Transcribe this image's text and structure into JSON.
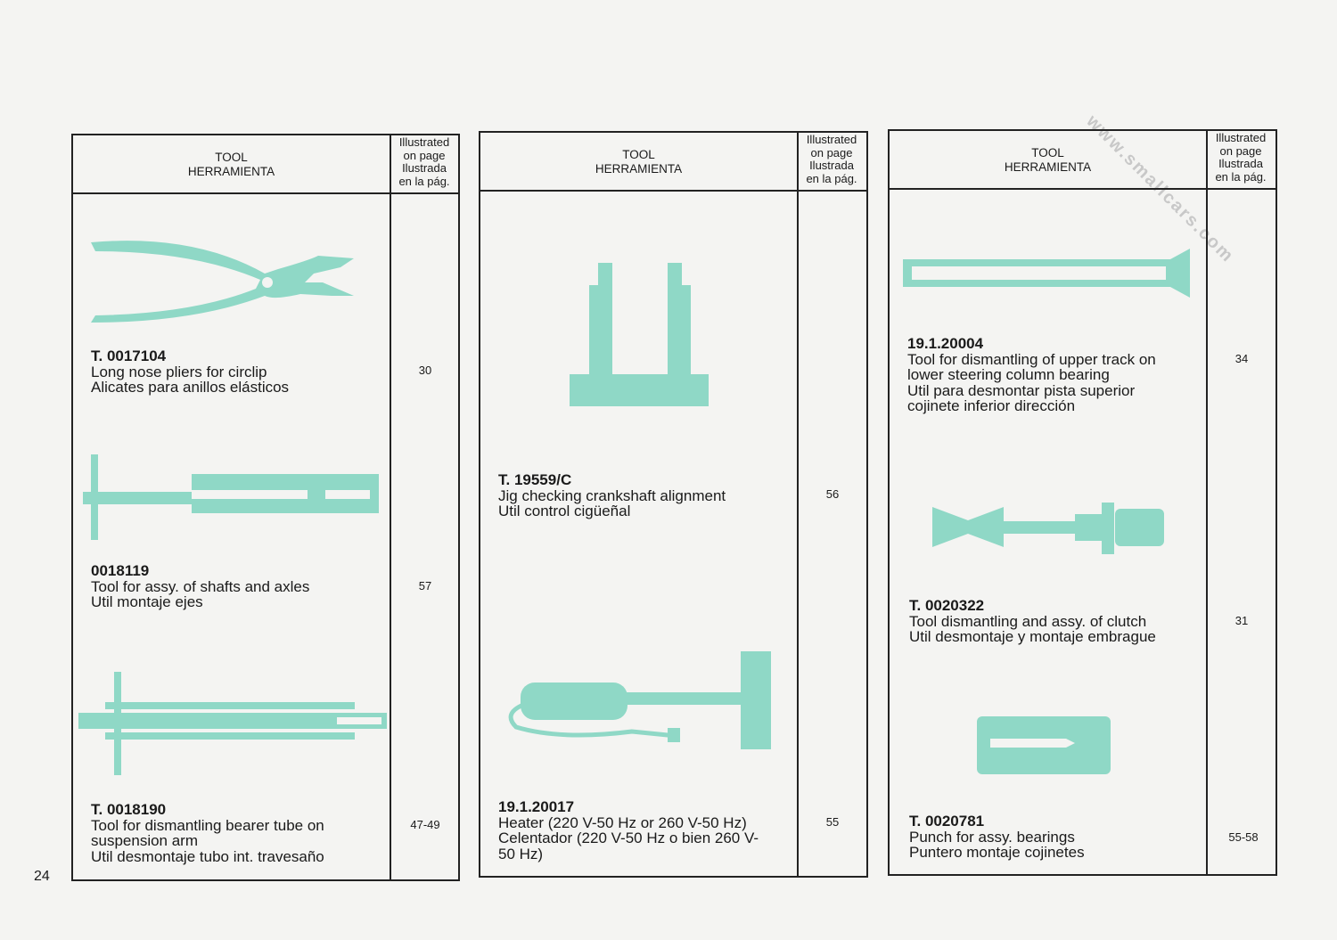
{
  "header": {
    "tool": "TOOL",
    "herramienta": "HERRAMIENTA",
    "illustrated": [
      "Illustrated",
      "on page",
      "Ilustrada",
      "en la pág."
    ]
  },
  "columns": [
    {
      "items": [
        {
          "code": "T. 0017104",
          "lines": [
            "Long nose pliers for circlip",
            "Alicates para anillos elásticos"
          ],
          "page": "30",
          "icon": "pliers-icon"
        },
        {
          "code": "0018119",
          "lines": [
            "Tool for assy. of shafts and axles",
            "Util montaje ejes"
          ],
          "page": "57",
          "icon": "shaft-tool-icon"
        },
        {
          "code": "T. 0018190",
          "lines": [
            "Tool for dismantling bearer tube on",
            "suspension arm",
            "Util desmontaje tubo int. travesaño"
          ],
          "page": "47-49",
          "icon": "bearer-tube-tool-icon"
        }
      ]
    },
    {
      "items": [
        {
          "code": "T. 19559/C",
          "lines": [
            "Jig checking crankshaft alignment",
            "Util control cigüeñal"
          ],
          "page": "56",
          "icon": "jig-icon"
        },
        {
          "code": "19.1.20017",
          "lines": [
            "Heater (220 V-50 Hz or 260 V-50 Hz)",
            "Celentador (220 V-50 Hz o bien 260 V-",
            "50 Hz)"
          ],
          "page": "55",
          "icon": "heater-icon"
        }
      ]
    },
    {
      "items": [
        {
          "code": "19.1.20004",
          "lines": [
            "Tool for dismantling of upper track on",
            "lower steering column bearing",
            "Util para desmontar pista superior",
            "cojinete inferior dirección"
          ],
          "page": "34",
          "icon": "drift-icon"
        },
        {
          "code": "T. 0020322",
          "lines": [
            "Tool dismantling and assy. of clutch",
            "Util desmontaje y montaje embrague"
          ],
          "page": "31",
          "icon": "clutch-tool-icon"
        },
        {
          "code": "T. 0020781",
          "lines": [
            "Punch for assy. bearings",
            "Puntero montaje cojinetes"
          ],
          "page": "55-58",
          "icon": "punch-icon"
        }
      ]
    }
  ],
  "page_number": "24",
  "watermark": "www.smallcars.com",
  "colors": {
    "illustration": "#8fd8c6"
  }
}
